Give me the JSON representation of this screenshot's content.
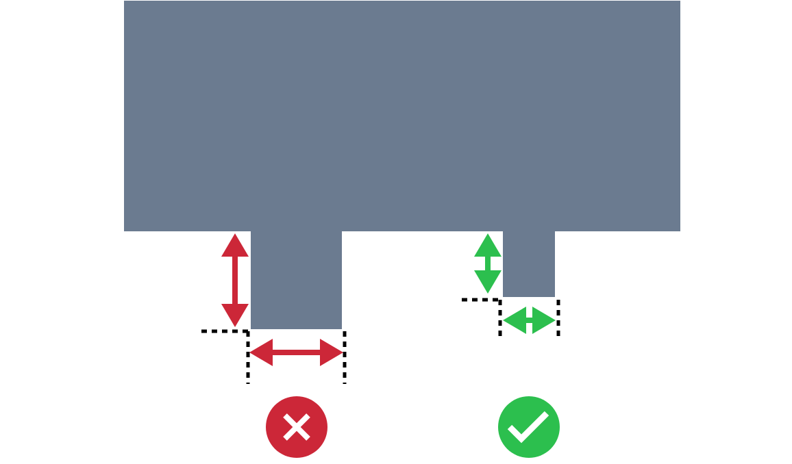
{
  "colors": {
    "background": "#ffffff",
    "block": "#6b7b90",
    "incorrect": "#cc2738",
    "correct": "#2cbf4e",
    "guide": "#000000",
    "icon_glyph": "#ffffff"
  },
  "examples": [
    {
      "id": "incorrect",
      "verdict": "incorrect",
      "status_icon": "cross-icon",
      "dimension_arrows": [
        "vertical-double-arrow-icon",
        "horizontal-double-arrow-icon"
      ]
    },
    {
      "id": "correct",
      "verdict": "correct",
      "status_icon": "checkmark-icon",
      "dimension_arrows": [
        "vertical-double-arrow-icon",
        "horizontal-double-arrow-icon"
      ]
    }
  ]
}
